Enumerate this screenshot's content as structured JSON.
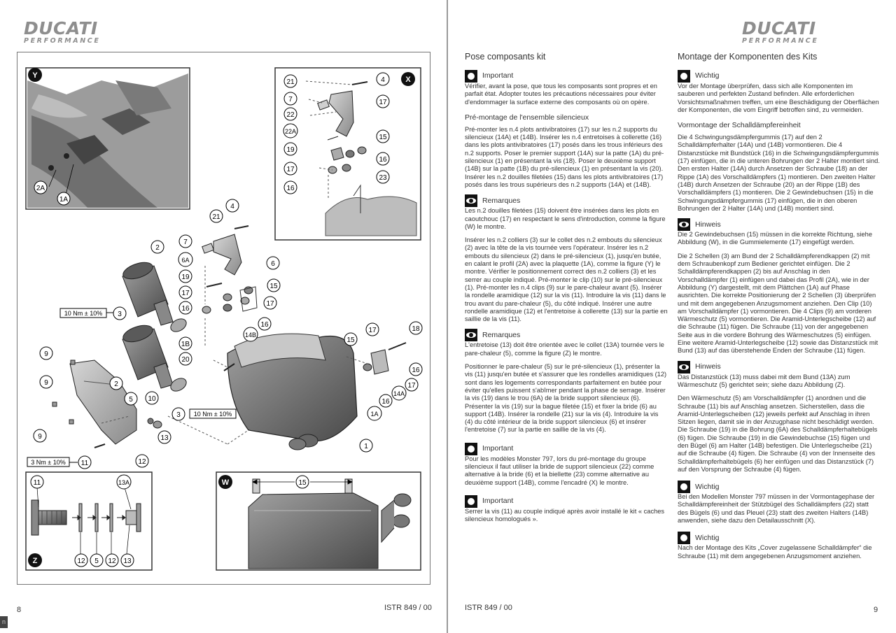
{
  "brand": {
    "name": "DUCATI",
    "tagline": "PERFORMANCE"
  },
  "left_page": {
    "number": "8",
    "doc_ref": "ISTR 849 / 00"
  },
  "right_page": {
    "number": "9",
    "doc_ref": "ISTR 849 / 00"
  },
  "corner_mark": "n",
  "diagram": {
    "views": {
      "y": "Y",
      "x": "X",
      "w": "W",
      "z": "Z"
    },
    "callouts": {
      "c2": "2",
      "c3": "3",
      "c1": "1",
      "c1a": "1A",
      "c1b": "1B",
      "c2a": "2A",
      "c4": "4",
      "c5": "5",
      "c6": "6",
      "c6a": "6A",
      "c7": "7",
      "c9": "9",
      "c10": "10",
      "c11": "11",
      "c12": "12",
      "c13": "13",
      "c13a": "13A",
      "c14a": "14A",
      "c14b": "14B",
      "c15": "15",
      "c16": "16",
      "c17": "17",
      "c18": "18",
      "c19": "19",
      "c20": "20",
      "c21": "21",
      "c22": "22",
      "c22a": "22A",
      "c23": "23"
    },
    "torque_a": "10 Nm ± 10%",
    "torque_b": "10 Nm ± 10%",
    "torque_c": "3 Nm ± 10%"
  },
  "fr": {
    "title": "Pose composants kit",
    "n1_label": "Important",
    "n1_text": "Vérifier, avant la pose, que tous les composants sont propres et en parfait état. Adopter toutes les précautions nécessaires pour éviter d'endommager la surface externe des composants où on opère.",
    "sub1": "Pré-montage de l'ensemble silencieux",
    "p1": "Pré-monter les n.4 plots antivibratoires (17) sur les n.2 supports du silencieux (14A) et (14B). Insérer les n.4 entretoises à collerette (16) dans les plots antivibratoires (17) posés dans les trous inférieurs des n.2 supports. Poser le premier support (14A) sur la patte (1A) du pré-silencieux (1) en présentant la vis (18). Poser le deuxième support (14B) sur la patte (1B) du pré-silencieux (1) en présentant la vis (20). Insérer les n.2 douilles filetées (15) dans les plots antivibratoires (17) posés dans les trous supérieurs des n.2 supports (14A) et (14B).",
    "n2_label": "Remarques",
    "n2_text": "Les n.2 douilles filetées (15) doivent être insérées dans les plots en caoutchouc (17) en respectant le sens d'introduction, comme la figure (W) le montre.",
    "p2": "Insérer les n.2 colliers (3) sur le collet des n.2 embouts du silencieux (2) avec la tête de la vis tournée vers l'opérateur. Insérer les n.2 embouts du silencieux (2) dans le pré-silencieux (1), jusqu'en butée, en calant le profil (2A) avec la plaquette (1A), comme la figure (Y) le montre. Vérifier le positionnement correct des n.2 colliers (3) et les serrer au couple indiqué. Pré-monter le clip (10) sur le pré-silencieux (1). Pré-monter les n.4 clips (9) sur le pare-chaleur avant (5). Insérer la rondelle aramidique (12) sur la vis (11). Introduire la vis (11) dans le trou avant du pare-chaleur (5), du côté indiqué. Insérer une autre rondelle aramidique (12) et l'entretoise à collerette (13) sur la partie en saillie de la vis (11).",
    "n3_label": "Remarques",
    "n3_text": "L'entretoise (13) doit être orientée avec le collet (13A) tournée vers le pare-chaleur (5), comme la figure (Z) le montre.",
    "p3": "Positionner le pare-chaleur (5) sur le pré-silencieux (1), présenter la vis (11) jusqu'en butée et s'assurer que les rondelles aramidiques (12) sont dans les logements correspondants parfaitement en butée pour éviter qu'elles puissent s'abîmer pendant la phase de serrage. Insérer la vis (19) dans le trou (6A) de la bride support silencieux (6). Présenter la vis (19) sur la bague filetée (15) et fixer la bride (6) au support (14B). Insérer la rondelle (21) sur la vis (4). Introduire la vis (4) du côté intérieur de la bride support silencieux (6) et insérer l'entretoise (7) sur la partie en saillie de la vis (4).",
    "n4_label": "Important",
    "n4_text": "Pour les modèles Monster 797, lors du pré-montage du groupe silencieux il faut utiliser la bride de support silencieux (22) comme alternative à la bride (6) et la biellette (23) comme alternative au deuxième support (14B), comme l'encadré (X) le montre.",
    "n5_label": "Important",
    "n5_text": "Serrer la vis (11) au couple indiqué après avoir installé le kit « caches silencieux homologués »."
  },
  "de": {
    "title": "Montage der Komponenten des Kits",
    "n1_label": "Wichtig",
    "n1_text": "Vor der Montage überprüfen, dass sich alle Komponenten im sauberen und perfekten Zustand befinden. Alle erforderlichen Vorsichtsmaßnahmen treffen, um eine Beschädigung der Oberflächen der Komponenten, die vom Eingriff betroffen sind, zu vermeiden.",
    "sub1": "Vormontage der Schalldämpfereinheit",
    "p1": "Die 4 Schwingungsdämpfergummis (17) auf den 2 Schalldämpferhalter (14A) und (14B) vormontieren. Die 4 Distanzstücke mit Bundstück (16) in die Schwingungsdämpfergummis (17) einfügen, die in die unteren Bohrungen der 2 Halter montiert sind. Den ersten Halter (14A) durch Ansetzen der Schraube (18) an der Rippe (1A) des Vorschalldämpfers (1) montieren. Den zweiten Halter (14B) durch Ansetzen der Schraube (20) an der Rippe (1B) des Vorschalldämpfers (1) montieren. Die 2 Gewindebuchsen (15) in die Schwingungsdämpfergummis (17) einfügen, die in den oberen Bohrungen der 2 Halter (14A) und (14B) montiert sind.",
    "n2_label": "Hinweis",
    "n2_text": "Die 2 Gewindebuchsen (15) müssen in die korrekte Richtung, siehe Abbildung (W), in die Gummielemente (17) eingefügt werden.",
    "p2": "Die 2 Schellen (3) am Bund der 2 Schalldämpferendkappen (2) mit dem Schraubenkopf zum Bediener gerichtet einfügen. Die 2 Schalldämpferendkappen (2) bis auf Anschlag in den Vorschalldämpfer (1) einfügen und dabei das Profil (2A), wie in der Abbildung (Y) dargestellt, mit dem Plättchen (1A) auf Phase ausrichten. Die korrekte Positionierung der 2 Schellen (3) überprüfen und mit dem angegebenen Anzugsmoment anziehen. Den Clip (10) am Vorschalldämpfer (1) vormontieren. Die 4 Clips (9) am vorderen Wärmeschutz (5) vormontieren. Die Aramid-Unterlegscheibe (12) auf die Schraube (11) fügen. Die Schraube (11) von der angegebenen Seite aus in die vordere Bohrung des Wärmeschutzes (5) einfügen. Eine weitere Aramid-Unterlegscheibe (12) sowie das Distanzstück mit Bund (13) auf das überstehende Enden der Schraube (11) fügen.",
    "n3_label": "Hinweis",
    "n3_text": "Das Distanzstück (13) muss dabei mit dem Bund (13A) zum Wärmeschutz (5) gerichtet sein; siehe dazu Abbildung (Z).",
    "p3": "Den Wärmeschutz (5) am Vorschalldämpfer (1) anordnen und die Schraube (11) bis auf Anschlag ansetzen. Sicherstellen, dass die Aramid-Unterlegscheiben (12) jeweils perfekt auf Anschlag in ihren Sitzen liegen, damit sie in der Anzugphase nicht beschädigt werden. Die Schraube (19) in die Bohrung (6A) des Schalldämpferhaltebügels (6) fügen. Die Schraube (19) in die Gewindebuchse (15) fügen und den Bügel (6) am Halter (14B) befestigen. Die Unterlegscheibe (21) auf die Schraube (4) fügen. Die Schraube (4) von der Innenseite des Schalldämpferhaltebügels (6) her einfügen und das Distanzstück (7) auf den Vorsprung der Schraube (4) fügen.",
    "n4_label": "Wichtig",
    "n4_text": "Bei den Modellen Monster 797 müssen in der Vormontagephase der Schalldämpfereinheit der Stützbügel des Schalldämpfers (22) statt des Bügels (6) und das Pleuel (23) statt des zweiten Halters (14B) anwenden, siehe dazu den Detailausschnitt (X).",
    "n5_label": "Wichtig",
    "n5_text": "Nach der Montage des Kits „Cover zugelassene Schalldämpfer“ die Schraube (11) mit dem angegebenen Anzugsmoment anziehen."
  }
}
